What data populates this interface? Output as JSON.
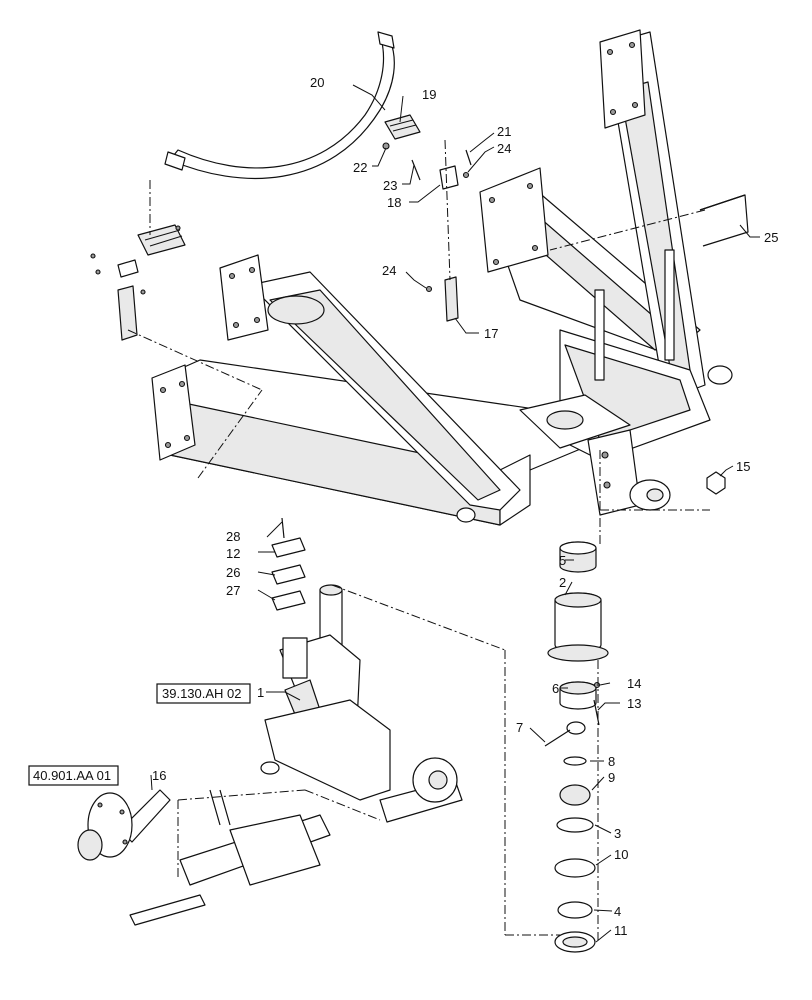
{
  "callouts": {
    "c1": "1",
    "c2": "2",
    "c3": "3",
    "c4": "4",
    "c5": "5",
    "c6": "6",
    "c7": "7",
    "c8": "8",
    "c9": "9",
    "c10": "10",
    "c11": "11",
    "c12": "12",
    "c13": "13",
    "c14": "14",
    "c15": "15",
    "c16": "16",
    "c17": "17",
    "c18": "18",
    "c19": "19",
    "c20": "20",
    "c21": "21",
    "c22": "22",
    "c23": "23",
    "c24a": "24",
    "c24b": "24",
    "c25": "25",
    "c26": "26",
    "c27": "27",
    "c28": "28"
  },
  "references": {
    "spindle_ref": "39.130.AH 02",
    "hub_ref": "40.901.AA 01"
  }
}
